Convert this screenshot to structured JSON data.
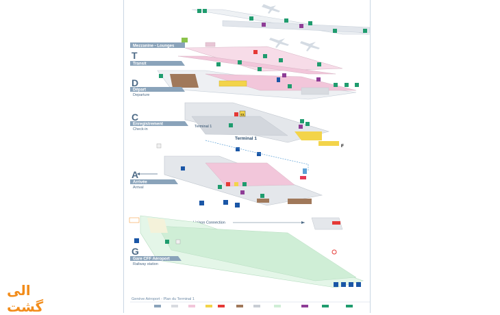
{
  "levels": {
    "mezzanine": {
      "label": "Mezzanine - Lounges"
    },
    "transit": {
      "letter": "T",
      "label": "Transit"
    },
    "departure": {
      "letter": "D",
      "label": "Départ",
      "sub": "Departure"
    },
    "checkin": {
      "letter": "C",
      "label": "Enregistrement",
      "sub": "Check-in"
    },
    "arrival": {
      "letter": "A",
      "label": "Arrivée",
      "sub": "Arrival"
    },
    "railway": {
      "letter": "G",
      "label": "Gare CFF Aéroport",
      "sub": "Railway station"
    }
  },
  "map_labels": {
    "terminal1": "Terminal 1",
    "terminal1_small": "Terminal 1",
    "liaison": "Liaison Connection",
    "f_letter": "F",
    "c1": "C1"
  },
  "footer": {
    "title": "Genève Aéroport - Plan du Terminal 1"
  },
  "logo": {
    "text": "الی گشت"
  },
  "colors": {
    "level_tag": "#8aa3ba",
    "transit_floor": "#f2c6da",
    "departure_floor": "#d8dbe0",
    "railway_floor": "#cfeed6",
    "shop_green": "#1f9c6e",
    "restaurant_purple": "#8e3d96",
    "parking_blue": "#1a56a6",
    "yellow_zone": "#f3d44a",
    "brown_block": "#a0785a"
  }
}
